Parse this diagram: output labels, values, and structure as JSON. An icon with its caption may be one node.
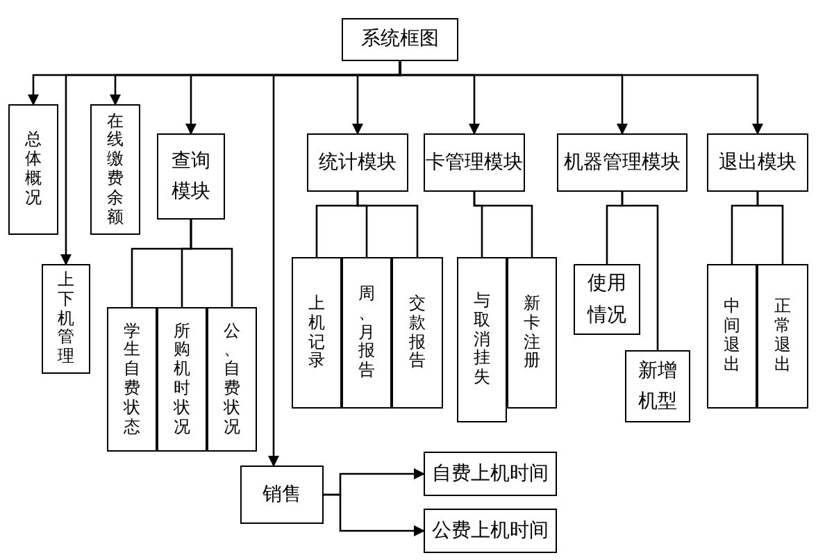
{
  "diagram": {
    "nodes": [
      {
        "text": [
          "系统框图"
        ]
      },
      {
        "text": [
          "总体概况"
        ]
      },
      {
        "text": [
          "在线缴费余额"
        ]
      },
      {
        "text": [
          "上下机管理"
        ]
      },
      {
        "text": [
          "查询模块"
        ]
      },
      {
        "text": [
          "学生自费状态"
        ]
      },
      {
        "text": [
          "所购机时状况"
        ]
      },
      {
        "text": [
          "公、自费状况"
        ]
      },
      {
        "text": [
          "统计模块"
        ]
      },
      {
        "text": [
          "上机记录"
        ]
      },
      {
        "text": [
          "周、月报告"
        ]
      },
      {
        "text": [
          "交款报告"
        ]
      },
      {
        "text": [
          "卡管理模块"
        ]
      },
      {
        "text": [
          "与取消挂失"
        ]
      },
      {
        "text": [
          "新卡注册"
        ]
      },
      {
        "text": [
          "机器管理模块"
        ]
      },
      {
        "text": [
          "使用情况"
        ]
      },
      {
        "text": [
          "新增机型"
        ]
      },
      {
        "text": [
          "退出模块"
        ]
      },
      {
        "text": [
          "中间退出"
        ]
      },
      {
        "text": [
          "正常退出"
        ]
      },
      {
        "text": [
          "销售"
        ]
      },
      {
        "text": [
          "自费上机时间"
        ]
      },
      {
        "text": [
          "公费上机时间"
        ]
      }
    ],
    "edges": [
      {
        "from": 0,
        "to": 1,
        "arrow": "to"
      },
      {
        "from": 0,
        "to": 3,
        "arrow": "to"
      },
      {
        "from": 0,
        "to": 2,
        "arrow": "to"
      },
      {
        "from": 0,
        "to": 4,
        "arrow": "to"
      },
      {
        "from": 0,
        "to": 21,
        "arrow": "to"
      },
      {
        "from": 0,
        "to": 8,
        "arrow": "to"
      },
      {
        "from": 0,
        "to": 12,
        "arrow": "to"
      },
      {
        "from": 0,
        "to": 15,
        "arrow": "to"
      },
      {
        "from": 0,
        "to": 18,
        "arrow": "to"
      },
      {
        "from": 4,
        "to": 5,
        "arrow": "none"
      },
      {
        "from": 4,
        "to": 6,
        "arrow": "none"
      },
      {
        "from": 4,
        "to": 7,
        "arrow": "none"
      },
      {
        "from": 8,
        "to": 9,
        "arrow": "none"
      },
      {
        "from": 8,
        "to": 10,
        "arrow": "none"
      },
      {
        "from": 8,
        "to": 11,
        "arrow": "none"
      },
      {
        "from": 12,
        "to": 13,
        "arrow": "none"
      },
      {
        "from": 12,
        "to": 14,
        "arrow": "none"
      },
      {
        "from": 15,
        "to": 16,
        "arrow": "none"
      },
      {
        "from": 15,
        "to": 17,
        "arrow": "none"
      },
      {
        "from": 18,
        "to": 19,
        "arrow": "none"
      },
      {
        "from": 18,
        "to": 20,
        "arrow": "none"
      },
      {
        "from": 21,
        "to": 22,
        "arrow": "to"
      },
      {
        "from": 21,
        "to": 23,
        "arrow": "to"
      }
    ]
  }
}
